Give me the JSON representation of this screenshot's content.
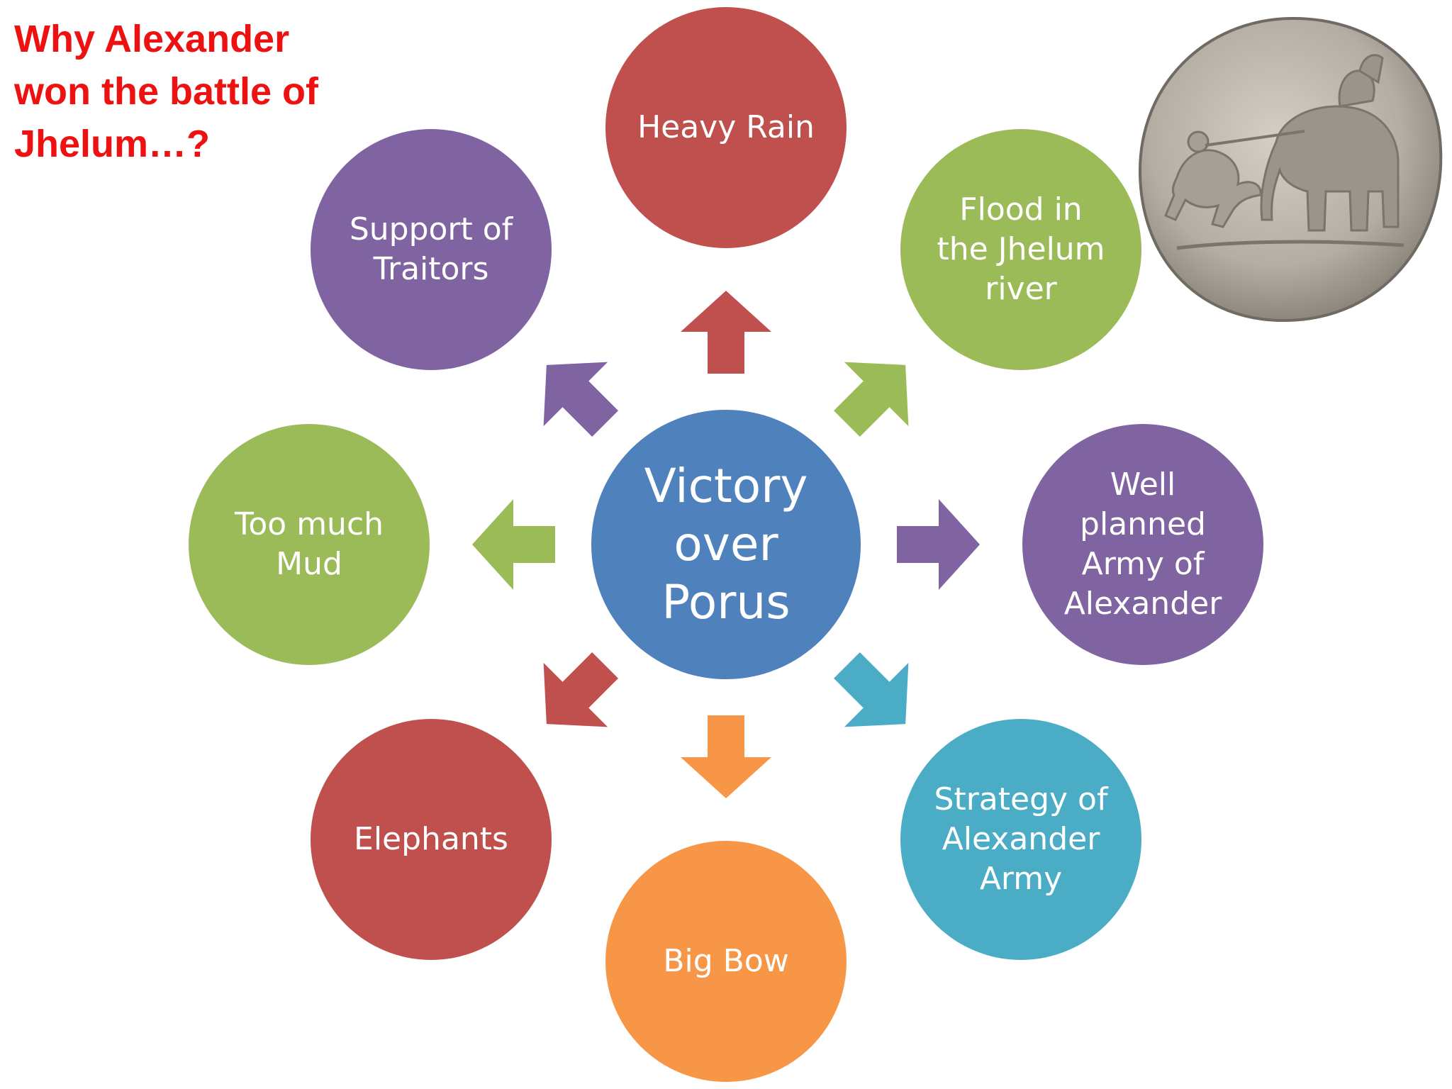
{
  "title": {
    "lines": [
      "Why Alexander",
      "won the battle of",
      "Jhelum…?"
    ]
  },
  "center": {
    "lines": [
      "Victory",
      "over",
      "Porus"
    ],
    "color": "#4f81bd"
  },
  "nodes": [
    {
      "id": "heavy-rain",
      "lines": [
        "Heavy Rain"
      ],
      "color": "#c0504d"
    },
    {
      "id": "flood",
      "lines": [
        "Flood in",
        "the Jhelum",
        "river"
      ],
      "color": "#9bbb59"
    },
    {
      "id": "well-planned-army",
      "lines": [
        "Well",
        "planned",
        "Army of",
        "Alexander"
      ],
      "color": "#8064a2"
    },
    {
      "id": "strategy",
      "lines": [
        "Strategy of",
        "Alexander",
        "Army"
      ],
      "color": "#4bacc6"
    },
    {
      "id": "big-bow",
      "lines": [
        "Big Bow"
      ],
      "color": "#f79646"
    },
    {
      "id": "elephants",
      "lines": [
        "Elephants"
      ],
      "color": "#c0504d"
    },
    {
      "id": "too-much-mud",
      "lines": [
        "Too much",
        "Mud"
      ],
      "color": "#9bbb59"
    },
    {
      "id": "support-of-traitors",
      "lines": [
        "Support of",
        "Traitors"
      ],
      "color": "#8064a2"
    }
  ],
  "arrow_colors": {
    "up": "#c0504d",
    "up-right": "#9bbb59",
    "right": "#8064a2",
    "down-right": "#4bacc6",
    "down": "#f79646",
    "down-left": "#c0504d",
    "left": "#9bbb59",
    "up-left": "#8064a2"
  },
  "coin": {
    "icon": "coin-elephant-rider-image",
    "color": "#b8b2a8"
  }
}
